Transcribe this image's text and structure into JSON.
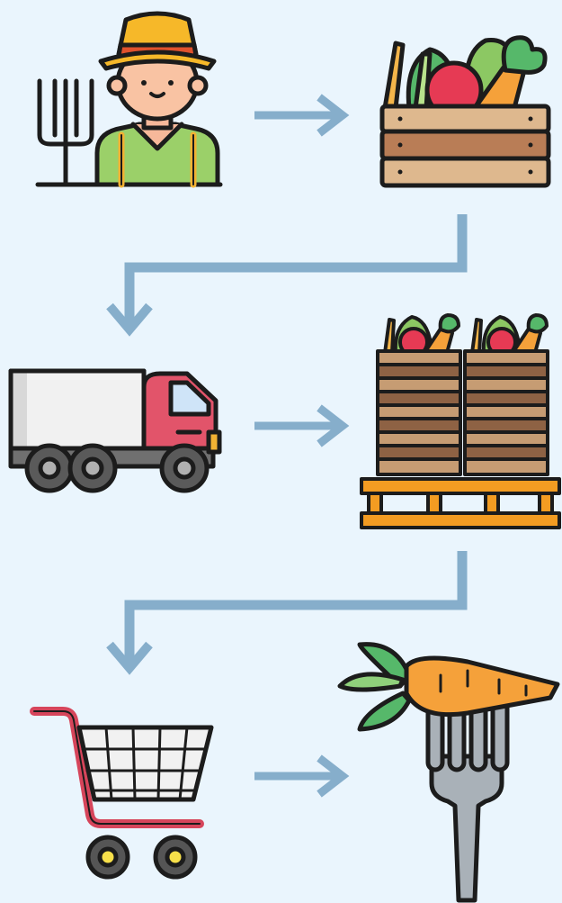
{
  "diagram": {
    "steps": [
      {
        "id": "farmer",
        "icon": "farmer-icon"
      },
      {
        "id": "harvest",
        "icon": "vegetable-crate-icon"
      },
      {
        "id": "transport",
        "icon": "delivery-truck-icon"
      },
      {
        "id": "storage",
        "icon": "pallet-crates-icon"
      },
      {
        "id": "retail",
        "icon": "shopping-cart-icon"
      },
      {
        "id": "consumption",
        "icon": "carrot-on-fork-icon"
      }
    ],
    "connectors": [
      {
        "from": "farmer",
        "to": "harvest",
        "direction": "right"
      },
      {
        "from": "harvest",
        "to": "transport",
        "direction": "down-left"
      },
      {
        "from": "transport",
        "to": "storage",
        "direction": "right"
      },
      {
        "from": "storage",
        "to": "retail",
        "direction": "down-left"
      },
      {
        "from": "retail",
        "to": "consumption",
        "direction": "right"
      }
    ]
  },
  "colors": {
    "background": "#eaf5fd",
    "arrow": "#86aecb",
    "outline": "#1c1c1c",
    "crate": "#deb88e",
    "carrot": "#f5a13a",
    "leaf": "#56b86a",
    "truck_cab": "#e2546a",
    "pallet": "#f39c22",
    "cart": "#d6455b",
    "fork": "#a9b1b8"
  }
}
